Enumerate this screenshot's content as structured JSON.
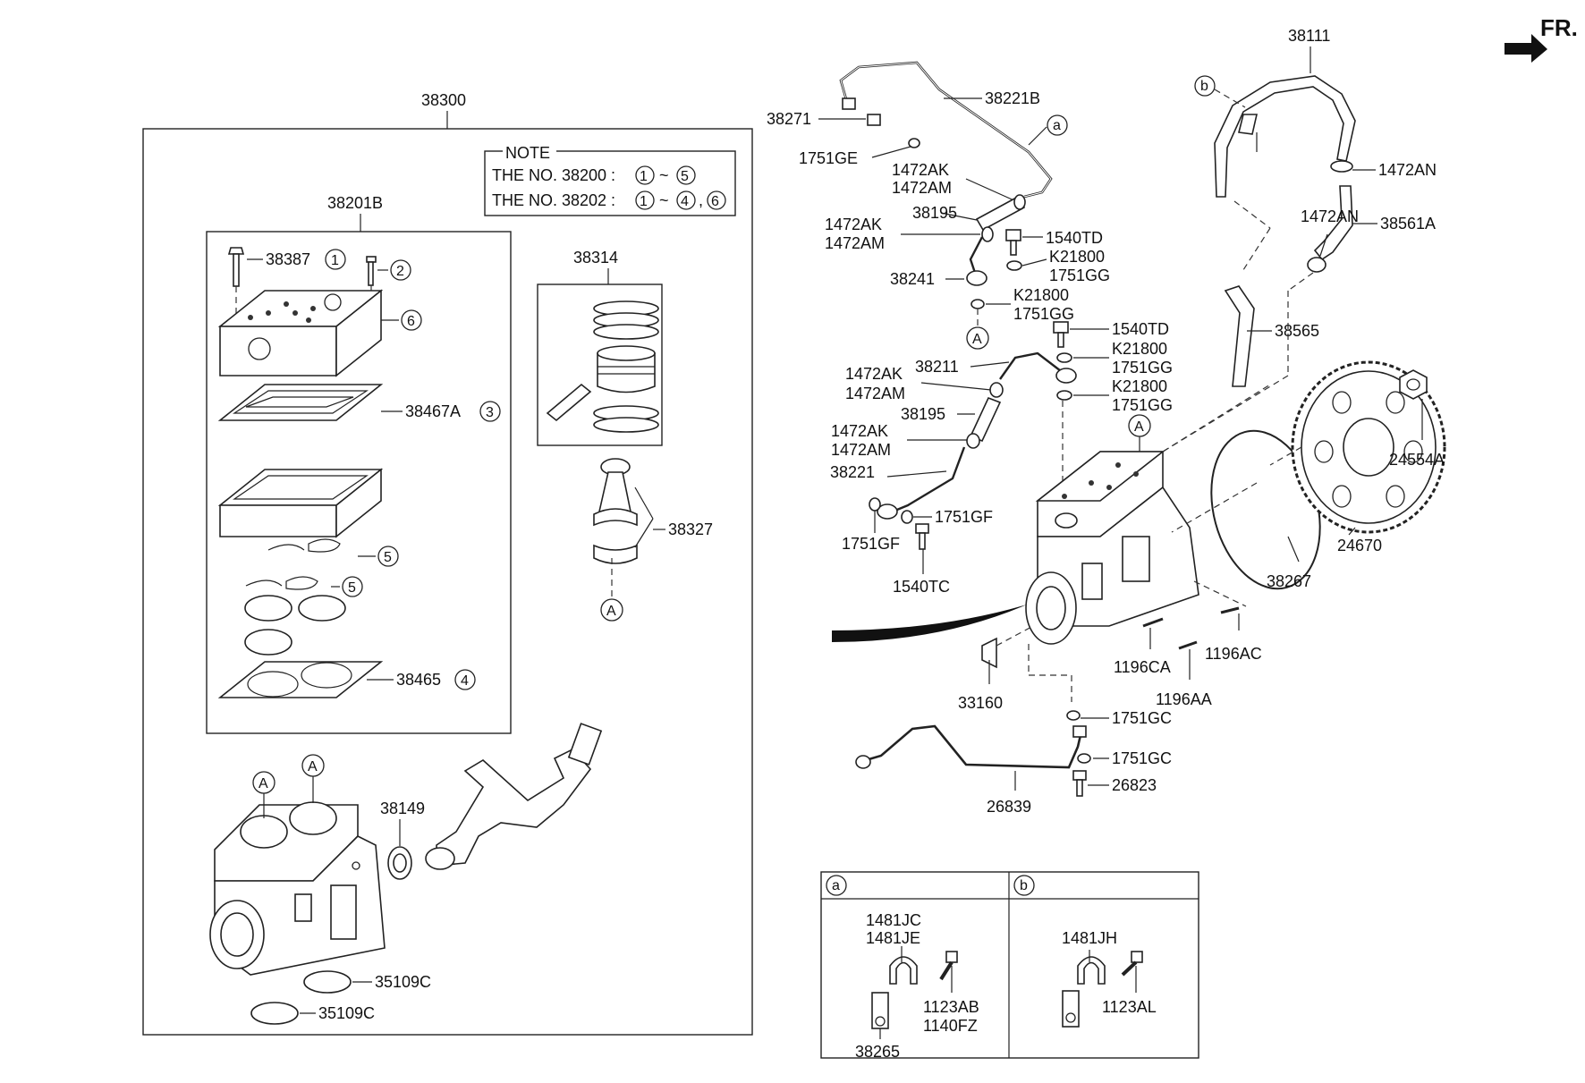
{
  "orientation": {
    "label": "FR."
  },
  "main_assembly": {
    "number": "38300"
  },
  "note": {
    "title": "NOTE",
    "line1": {
      "text": "THE NO. 38200 :",
      "from": "1",
      "sep": "~",
      "to": "5"
    },
    "line2": {
      "text": "THE NO. 38202 :",
      "from": "1",
      "sep": "~",
      "to": "4",
      "comma": ",",
      "extra": "6"
    }
  },
  "gasket_kit": {
    "number": "38201B"
  },
  "piston_kit": {
    "number": "38314"
  },
  "left_labels": {
    "bolt": "38387",
    "bolt_ref": "1",
    "stud_ref": "2",
    "head_ref": "6",
    "gasket_set": "38467A",
    "gasket_set_ref": "3",
    "valve_ref_a": "5",
    "valve_ref_b": "5",
    "base_gasket": "38465",
    "base_gasket_ref": "4",
    "conrod": "38327",
    "conrod_ref": "A",
    "seal": "38149",
    "plug_1": "35109C",
    "plug_2": "35109C",
    "crank_ref_a": "A",
    "crank_ref_b": "A"
  },
  "right_labels": {
    "banjo_bolt": "38271",
    "tube_top": "38221B",
    "ref_a": "a",
    "oring_top": "1751GE",
    "clamp_1a": "1472AK",
    "clamp_1b": "1472AM",
    "hose_1": "38195",
    "clamp_2a": "1472AK",
    "clamp_2b": "1472AM",
    "bolt_1": "1540TD",
    "washer_1a": "K21800",
    "washer_1b": "1751GG",
    "connector": "38241",
    "washer_2a": "K21800",
    "washer_2b": "1751GG",
    "ref_A_1": "A",
    "bolt_2": "1540TD",
    "washer_3a": "K21800",
    "washer_3b": "1751GG",
    "tube_mid": "38211",
    "clamp_3a": "1472AK",
    "clamp_3b": "1472AM",
    "washer_4a": "K21800",
    "washer_4b": "1751GG",
    "hose_2": "38195",
    "clamp_4a": "1472AK",
    "clamp_4b": "1472AM",
    "tube_low": "38221",
    "oring_1": "1751GF",
    "oring_2": "1751GF",
    "bolt_3": "1540TC",
    "ref_A_2": "A",
    "coolant_hose": "38111",
    "ref_b": "b",
    "clamp_5": "1472AN",
    "clamp_6": "1472AN",
    "hose_3": "38561A",
    "hose_4": "38565",
    "nut": "24554A",
    "gear": "24670",
    "oring_big": "38267",
    "bolt_4": "1196AC",
    "bolt_5": "1196CA",
    "bolt_6": "1196AA",
    "coupler": "33160",
    "oring_gc1": "1751GC",
    "oring_gc2": "1751GC",
    "oil_tube": "26839",
    "bolt_7": "26823"
  },
  "detail_table": {
    "col_a": {
      "tag": "a",
      "labels": [
        "1481JC",
        "1481JE",
        "1123AB",
        "1140FZ",
        "38265"
      ]
    },
    "col_b": {
      "tag": "b",
      "labels": [
        "1481JH",
        "1123AL"
      ]
    }
  }
}
